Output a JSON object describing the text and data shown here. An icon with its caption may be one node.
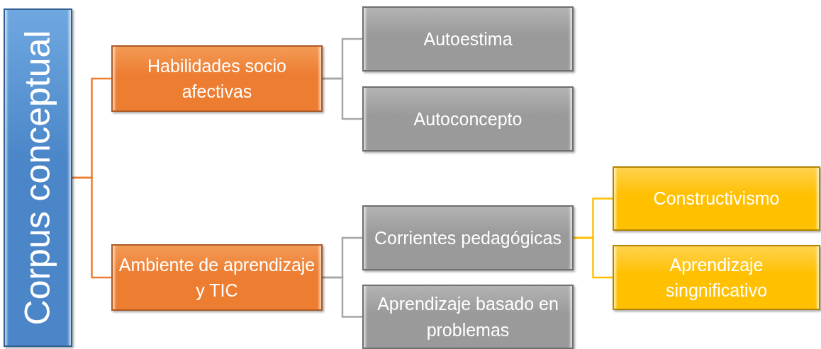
{
  "diagram": {
    "nodes": [
      {
        "text": [
          "Corpus conceptual"
        ]
      },
      {
        "text": [
          "Habilidades socio afectivas"
        ]
      },
      {
        "text": [
          "Autoestima"
        ]
      },
      {
        "text": [
          "Autoconcepto"
        ]
      },
      {
        "text": [
          "Ambiente de aprendizaje y TIC"
        ]
      },
      {
        "text": [
          "Corrientes pedagógicas"
        ]
      },
      {
        "text": [
          "Aprendizaje basado en problemas"
        ]
      },
      {
        "text": [
          "Constructivismo"
        ]
      },
      {
        "text": [
          "Aprendizaje singnificativo"
        ]
      }
    ],
    "edges": [
      {
        "from": 0,
        "to": 1,
        "arrow": "none",
        "color": "#ed7d31"
      },
      {
        "from": 0,
        "to": 4,
        "arrow": "none",
        "color": "#ed7d31"
      },
      {
        "from": 1,
        "to": 2,
        "arrow": "none"
      },
      {
        "from": 1,
        "to": 3,
        "arrow": "none"
      },
      {
        "from": 4,
        "to": 5,
        "arrow": "none"
      },
      {
        "from": 4,
        "to": 6,
        "arrow": "none"
      },
      {
        "from": 5,
        "to": 7,
        "arrow": "none",
        "color": "#ffc000"
      },
      {
        "from": 5,
        "to": 8,
        "arrow": "none",
        "color": "#ffc000"
      }
    ]
  }
}
